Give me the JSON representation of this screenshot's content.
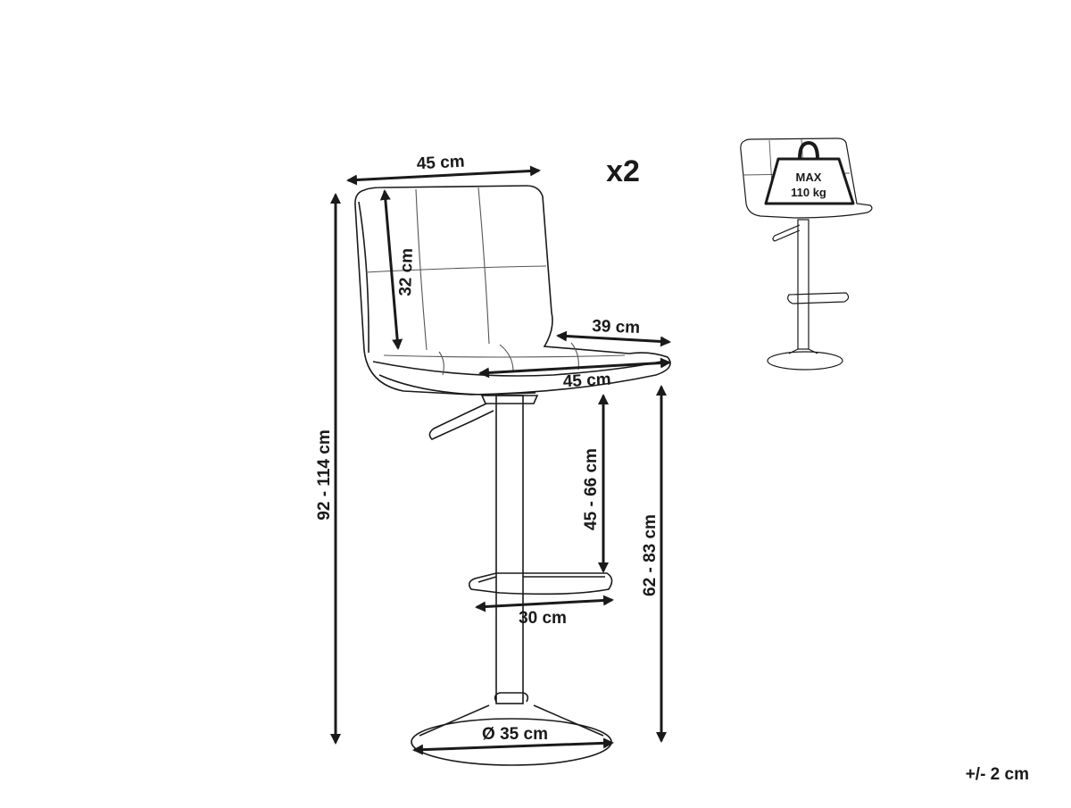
{
  "quantity": "x2",
  "tolerance": "+/- 2 cm",
  "dimensions": {
    "backrest_width": "45 cm",
    "backrest_height": "32 cm",
    "seat_depth": "39 cm",
    "seat_width": "45 cm",
    "seat_to_footrest": "45 - 66 cm",
    "seat_height": "62 - 83 cm",
    "total_height": "92 - 114 cm",
    "footrest_width": "30 cm",
    "base_diameter": "Ø 35 cm"
  },
  "load": {
    "line1": "MAX",
    "line2": "110 kg"
  },
  "colors": {
    "line": "#1a1a1a",
    "stitch": "#555555",
    "background": "#ffffff"
  }
}
